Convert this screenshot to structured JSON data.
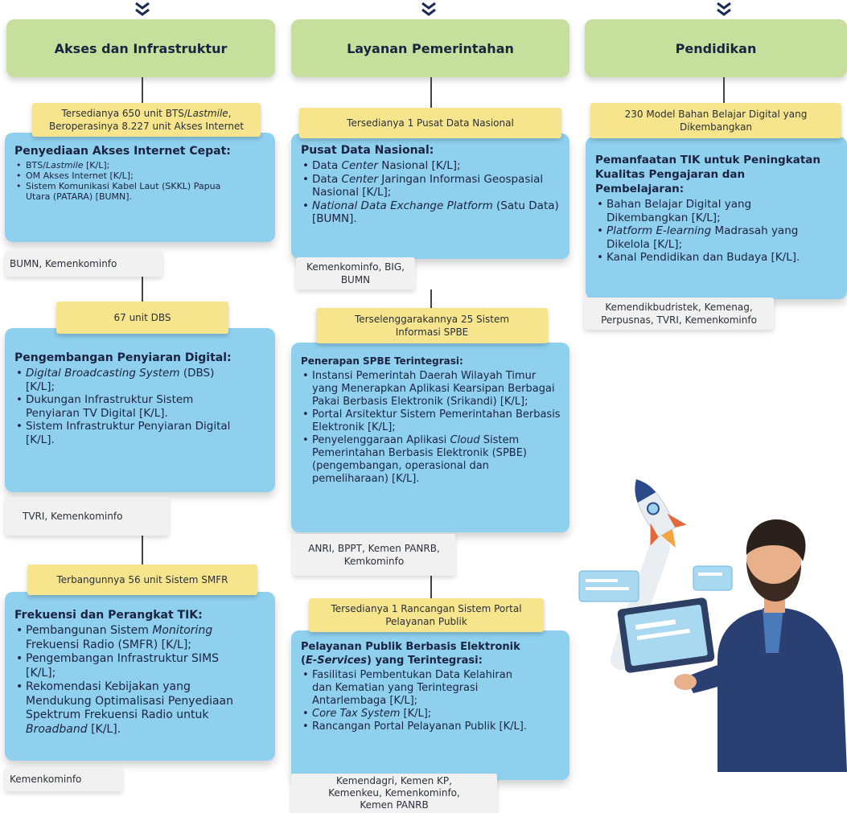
{
  "columns": [
    {
      "header": "Akses dan Infrastruktur",
      "sections": [
        {
          "target_line1": "Tersedianya 650 unit BTS/",
          "target_line1_italic": "Lastmile",
          "target_line1_end": ",",
          "target_line2": "Beroperasinya 8.227 unit Akses Internet",
          "card_title": "Penyediaan Akses Internet Cepat:",
          "items": [
            {
              "pre": "BTS/",
              "it": "Lastmile",
              "post": " [K/L];"
            },
            {
              "pre": "OM Akses Internet [K/L];",
              "it": "",
              "post": ""
            },
            {
              "pre": "Sistem Komunikasi Kabel Laut (SKKL) Papua Utara (PATARA) [BUMN].",
              "it": "",
              "post": ""
            }
          ],
          "agency": "BUMN, Kemenkominfo"
        },
        {
          "target": "67 unit DBS",
          "card_title": "Pengembangan Penyiaran Digital:",
          "items": [
            {
              "pre": "",
              "it": "Digital Broadcasting System",
              "post": " (DBS) [K/L];"
            },
            {
              "pre": "Dukungan Infrastruktur Sistem Penyiaran TV Digital [K/L].",
              "it": "",
              "post": ""
            },
            {
              "pre": "Sistem Infrastruktur Penyiaran Digital [K/L].",
              "it": "",
              "post": ""
            }
          ],
          "agency": "TVRI, Kemenkominfo"
        },
        {
          "target": "Terbangunnya 56 unit Sistem SMFR",
          "card_title": "Frekuensi dan Perangkat TIK:",
          "items": [
            {
              "pre": "Pembangunan Sistem ",
              "it": "Monitoring",
              "post": " Frekuensi Radio (SMFR) [K/L];"
            },
            {
              "pre": "Pengembangan Infrastruktur SIMS [K/L];",
              "it": "",
              "post": ""
            },
            {
              "pre": "Rekomendasi Kebijakan yang Mendukung Optimalisasi Penyediaan Spektrum Frekuensi Radio untuk ",
              "it": "Broadband",
              "post": " [K/L]."
            }
          ],
          "agency": "Kemenkominfo"
        }
      ]
    },
    {
      "header": "Layanan Pemerintahan",
      "sections": [
        {
          "target": "Tersedianya 1 Pusat Data Nasional",
          "card_title": "Pusat Data Nasional:",
          "items": [
            {
              "pre": "Data ",
              "it": "Center",
              "post": " Nasional [K/L];"
            },
            {
              "pre": "Data ",
              "it": "Center",
              "post": " Jaringan Informasi Geospasial Nasional [K/L];"
            },
            {
              "pre": "",
              "it": "National Data Exchange Platform",
              "post": " (Satu Data) [BUMN]."
            }
          ],
          "agency_line1": "Kemenkominfo, BIG,",
          "agency_line2": "BUMN"
        },
        {
          "target_line1": "Terselenggarakannya 25 Sistem",
          "target_line2": "Informasi SPBE",
          "card_title": "Penerapan SPBE Terintegrasi:",
          "items": [
            {
              "pre": "Instansi Pemerintah Daerah Wilayah Timur yang Menerapkan Aplikasi Kearsipan Berbagai Pakai Berbasis Elektronik (Srikandi) [K/L];",
              "it": "",
              "post": ""
            },
            {
              "pre": "Portal Arsitektur Sistem Pemerintahan Berbasis Elektronik [K/L];",
              "it": "",
              "post": ""
            },
            {
              "pre": "Penyelenggaraan Aplikasi ",
              "it": "Cloud",
              "post": " Sistem Pemerintahan Berbasis Elektronik (SPBE) (pengembangan, operasional dan pemeliharaan) [K/L]."
            }
          ],
          "agency_line1": "ANRI, BPPT, Kemen PANRB,",
          "agency_line2": "Kemkominfo"
        },
        {
          "target_line1": "Tersedianya 1 Rancangan Sistem Portal",
          "target_line2": "Pelayanan Publik",
          "card_title_line1": "Pelayanan Publik Berbasis Elektronik",
          "card_title_line2_it": "E-Services",
          "card_title_line2_post": ") yang Terintegrasi:",
          "card_title_line2_pre": "(",
          "items": [
            {
              "pre": "Fasilitasi Pembentukan Data Kelahiran dan Kematian yang Terintegrasi Antarlembaga [K/L];",
              "it": "",
              "post": ""
            },
            {
              "pre": "",
              "it": "Core Tax System",
              "post": " [K/L];"
            },
            {
              "pre": "Rancangan Portal Pelayanan Publik [K/L].",
              "it": "",
              "post": ""
            }
          ],
          "agency_line1": "Kemendagri, Kemen KP,",
          "agency_line2": "Kemenkeu, Kemenkominfo,",
          "agency_line3": "Kemen PANRB"
        }
      ]
    },
    {
      "header": "Pendidikan",
      "sections": [
        {
          "target_line1": "230 Model Bahan Belajar Digital yang",
          "target_line2": "Dikembangkan",
          "card_title": "Pemanfaatan TIK untuk Peningkatan Kualitas Pengajaran dan Pembelajaran:",
          "items": [
            {
              "pre": "Bahan Belajar Digital yang Dikembangkan [K/L];",
              "it": "",
              "post": ""
            },
            {
              "pre": "",
              "it": "Platform E-learning",
              "post": " Madrasah yang Dikelola [K/L];"
            },
            {
              "pre": "Kanal Pendidikan dan Budaya [K/L].",
              "it": "",
              "post": ""
            }
          ],
          "agency_line1": "Kemendikbudristek, Kemenag,",
          "agency_line2": "Perpusnas, TVRI, Kemenkominfo"
        }
      ]
    }
  ],
  "colors": {
    "header_bg": "#c7df9d",
    "target_bg": "#f6e58c",
    "card_bg": "#8fd0ef",
    "agency_bg": "#f1f1f1",
    "chevron": "#1b2a55"
  },
  "illustration": {
    "icons": [
      "rocket-icon",
      "tablet-icon",
      "person-illustration"
    ]
  }
}
